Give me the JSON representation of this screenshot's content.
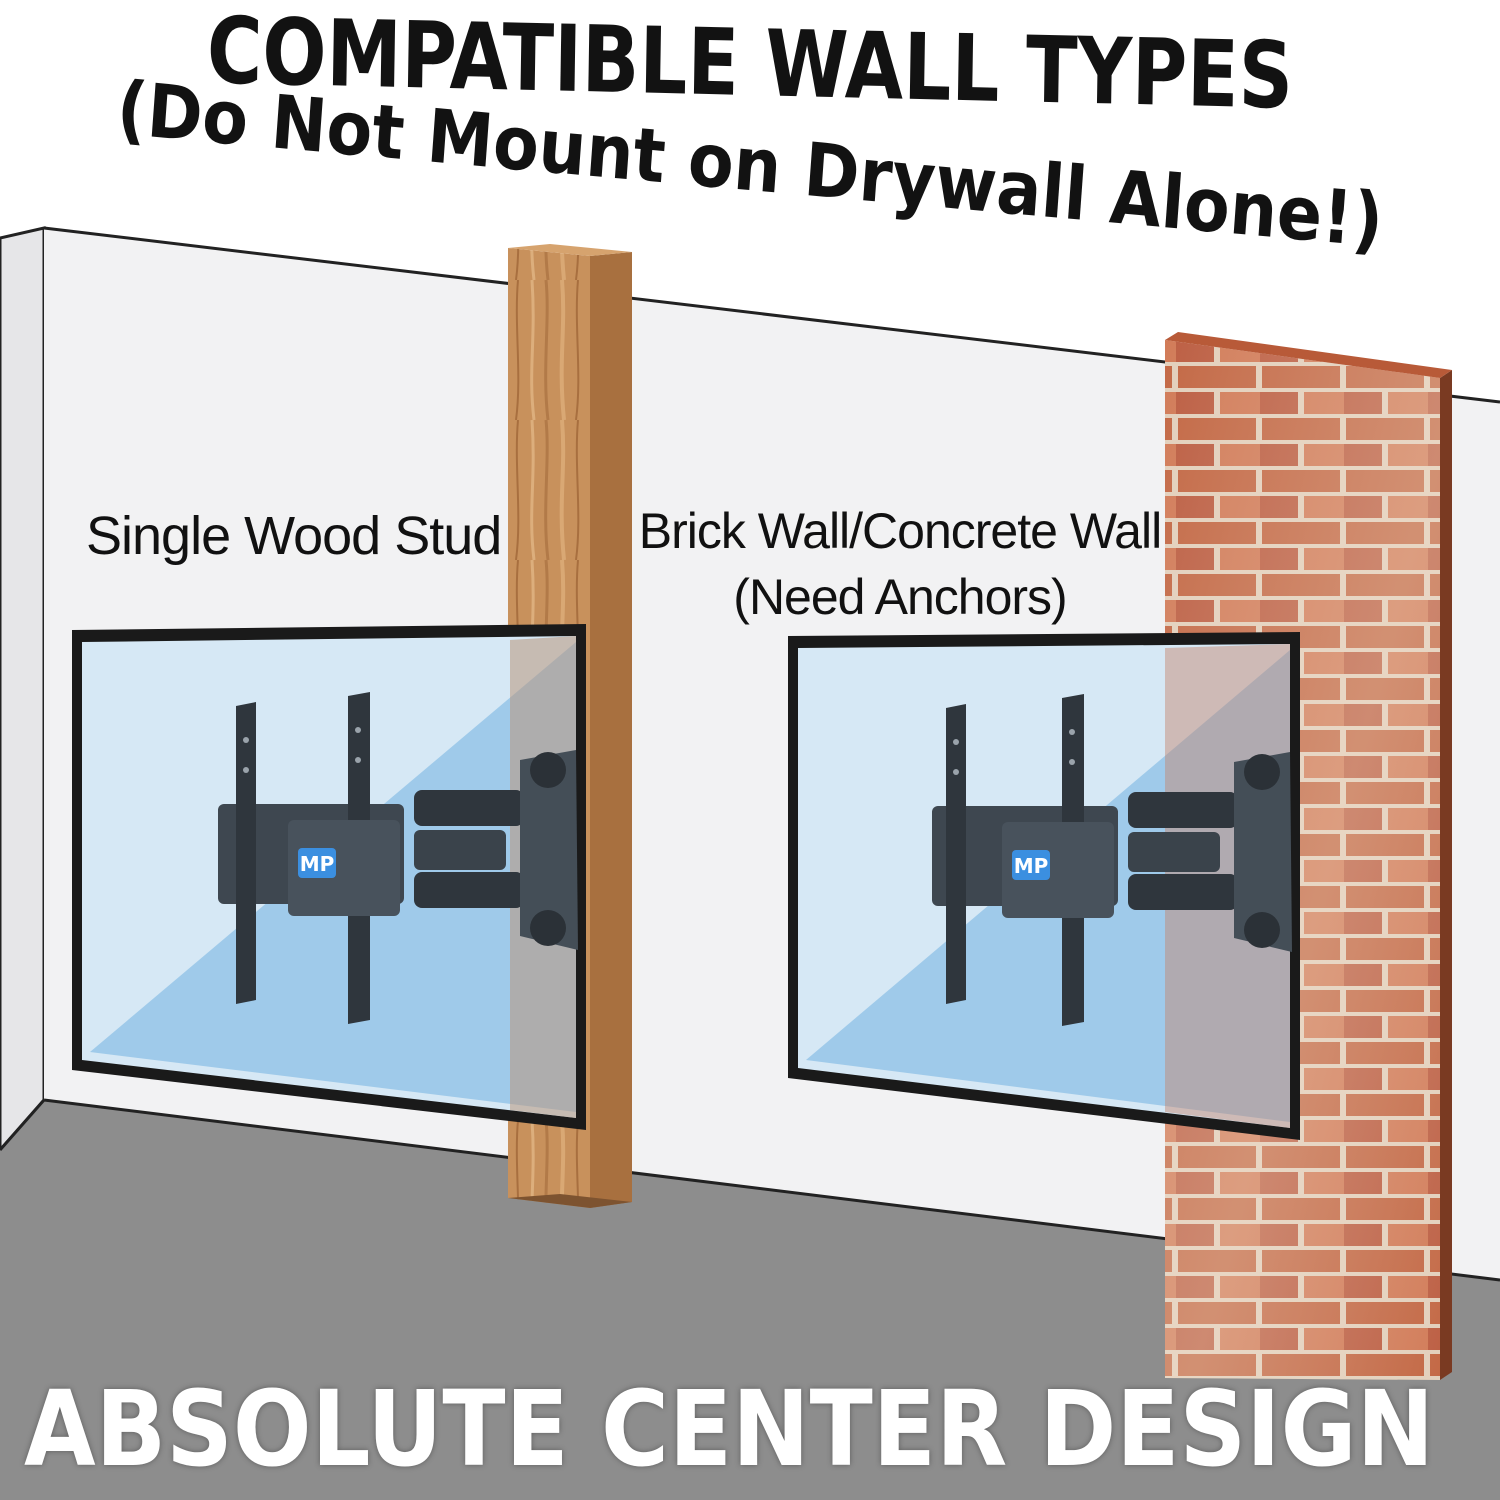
{
  "headline": {
    "line1": "COMPATIBLE WALL TYPES",
    "line2": "(Do Not Mount on Drywall Alone!)"
  },
  "panels": [
    {
      "label": "Single Wood Stud",
      "sublabel": ""
    },
    {
      "label": "Brick Wall/Concrete Wall",
      "sublabel": "(Need Anchors)"
    }
  ],
  "logo": {
    "text": "MP"
  },
  "footer": {
    "banner": "ABSOLUTE CENTER DESIGN"
  },
  "colors": {
    "wall": "#f2f2f3",
    "floor": "#8d8d8d",
    "wood": "#c8915c",
    "brick": "#c0613c",
    "screen_glass": "#a9cfea",
    "mount_steel": "#3e4750",
    "logo_blue": "#3b8fe0",
    "text_dark": "#121212",
    "banner_text": "#ffffff"
  },
  "icons": [
    "tv-screen",
    "wall-mount-bracket",
    "wood-stud",
    "brick-column",
    "mp-logo"
  ]
}
